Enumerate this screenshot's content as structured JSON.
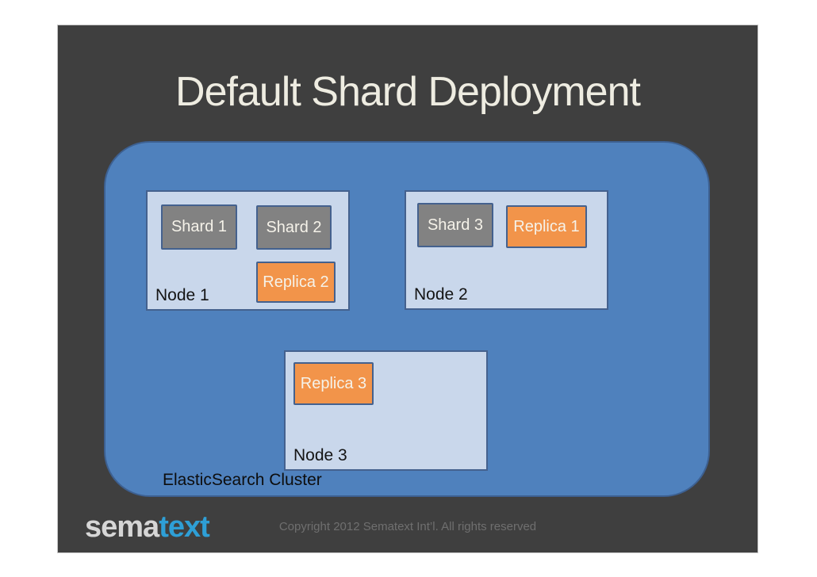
{
  "slide": {
    "title": "Default Shard Deployment"
  },
  "cluster": {
    "label": "ElasticSearch Cluster",
    "nodes": [
      {
        "label": "Node 1",
        "items": [
          {
            "label": "Shard 1",
            "type": "shard"
          },
          {
            "label": "Shard 2",
            "type": "shard"
          },
          {
            "label": "Replica 2",
            "type": "replica"
          }
        ]
      },
      {
        "label": "Node 2",
        "items": [
          {
            "label": "Shard 3",
            "type": "shard"
          },
          {
            "label": "Replica 1",
            "type": "replica"
          }
        ]
      },
      {
        "label": "Node 3",
        "items": [
          {
            "label": "Replica 3",
            "type": "replica"
          }
        ]
      }
    ]
  },
  "footer": {
    "logo": {
      "prefix": "sema",
      "suffix": "text"
    },
    "copyright": "Copyright 2012 Sematext Int’l. All rights reserved"
  },
  "colors": {
    "page_bg": "#ffffff",
    "slide_bg": "#3f3f3f",
    "title_text": "#eeece1",
    "cluster_fill": "#4f81bd",
    "cluster_border": "#3d6091",
    "node_fill": "#c9d7eb",
    "box_border": "#44618e",
    "shard_fill": "#828282",
    "replica_fill": "#f2944a",
    "box_text": "#f5f2e9",
    "node_label_text": "#141414",
    "logo_prefix_color": "#d6d6d6",
    "logo_suffix_color": "#2e9fd6",
    "copyright_text": "#6f6f6f"
  }
}
